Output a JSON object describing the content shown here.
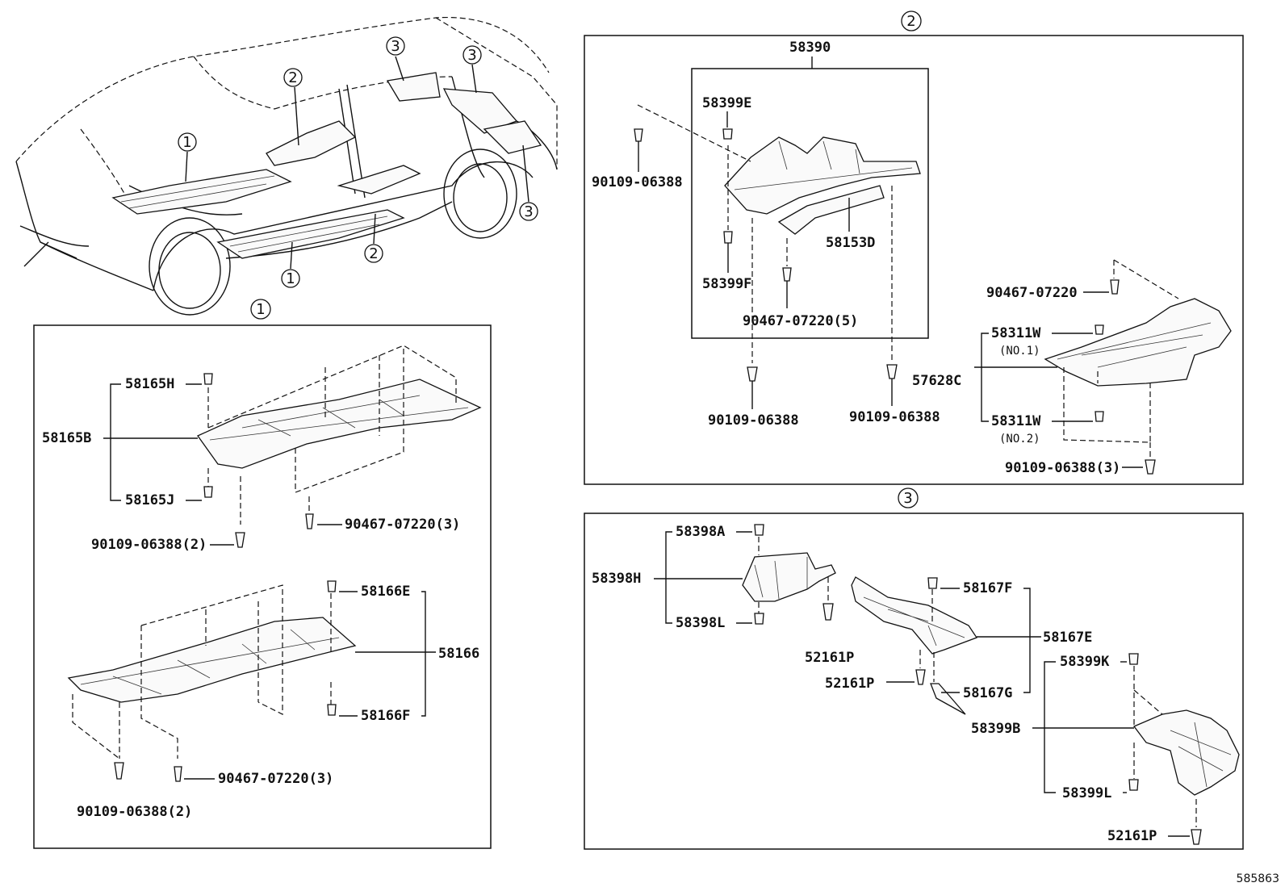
{
  "sections": {
    "s1": "1",
    "s2": "2",
    "s3": "3"
  },
  "overview_callouts": [
    "3",
    "2",
    "3",
    "1",
    "3",
    "2",
    "1"
  ],
  "parts": {
    "p58165H": "58165H",
    "p58165B": "58165B",
    "p58165J": "58165J",
    "p90109_2a": "90109-06388(2)",
    "p90467_3a": "90467-07220(3)",
    "p58166E": "58166E",
    "p58166": "58166",
    "p58166F": "58166F",
    "p90467_3b": "90467-07220(3)",
    "p90109_2b": "90109-06388(2)",
    "p58390": "58390",
    "p58399E": "58399E",
    "p90109_a": "90109-06388",
    "p58153D": "58153D",
    "p58399F": "58399F",
    "p90467_5": "90467-07220(5)",
    "p90109_b": "90109-06388",
    "p90109_c": "90109-06388",
    "p90467_c": "90467-07220",
    "p58311W1": "58311W",
    "no1": "(NO.1)",
    "p57628C": "57628C",
    "p58311W2": "58311W",
    "no2": "(NO.2)",
    "p90109_3": "90109-06388(3)",
    "p58398A": "58398A",
    "p58398H": "58398H",
    "p58398L": "58398L",
    "p52161P_a": "52161P",
    "p58167F": "58167F",
    "p58167E": "58167E",
    "p52161P_b": "52161P",
    "p58167G": "58167G",
    "p58399K": "58399K",
    "p58399B": "58399B",
    "p58399L": "58399L",
    "p52161P_c": "52161P"
  },
  "figure_number": "585863"
}
